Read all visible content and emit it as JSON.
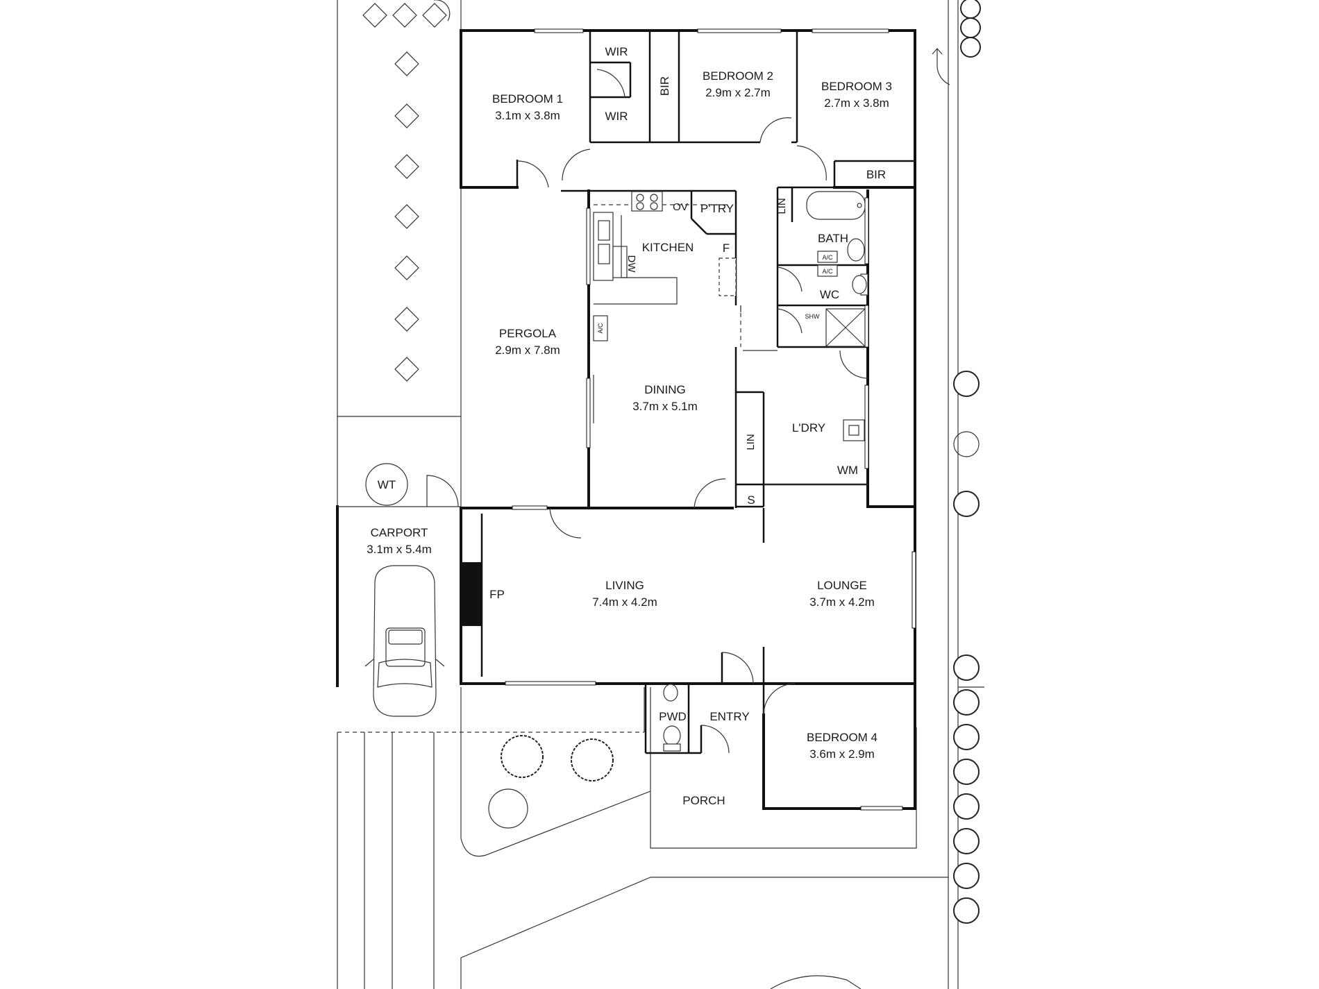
{
  "rooms": {
    "bedroom1": {
      "name": "BEDROOM 1",
      "size": "3.1m x 3.8m"
    },
    "wir_top": "WIR",
    "wir_bottom": "WIR",
    "bir_top": "BIR",
    "bedroom2": {
      "name": "BEDROOM 2",
      "size": "2.9m x 2.7m"
    },
    "bedroom3": {
      "name": "BEDROOM 3",
      "size": "2.7m x 3.8m"
    },
    "bir_right": "BIR",
    "kitchen": "KITCHEN",
    "ov": "OV",
    "dw": "DW",
    "pantry": "P'TRY",
    "fridge": "F",
    "lin_bath": "LIN",
    "bath": "BATH",
    "ac_bath1": "A/C",
    "ac_bath2": "A/C",
    "wc": "WC",
    "shw": "SHW",
    "pergola": {
      "name": "PERGOLA",
      "size": "2.9m x 7.8m"
    },
    "ac_pergola": "A/C",
    "dining": {
      "name": "DINING",
      "size": "3.7m x 5.1m"
    },
    "laundry": "L'DRY",
    "lin_laundry": "LIN",
    "wm": "WM",
    "s": "S",
    "wt": "WT",
    "carport": {
      "name": "CARPORT",
      "size": "3.1m x 5.4m"
    },
    "fp": "FP",
    "living": {
      "name": "LIVING",
      "size": "7.4m x 4.2m"
    },
    "lounge": {
      "name": "LOUNGE",
      "size": "3.7m x 4.2m"
    },
    "pwd": "PWD",
    "entry": "ENTRY",
    "bedroom4": {
      "name": "BEDROOM 4",
      "size": "3.6m x 2.9m"
    },
    "porch": "PORCH"
  }
}
